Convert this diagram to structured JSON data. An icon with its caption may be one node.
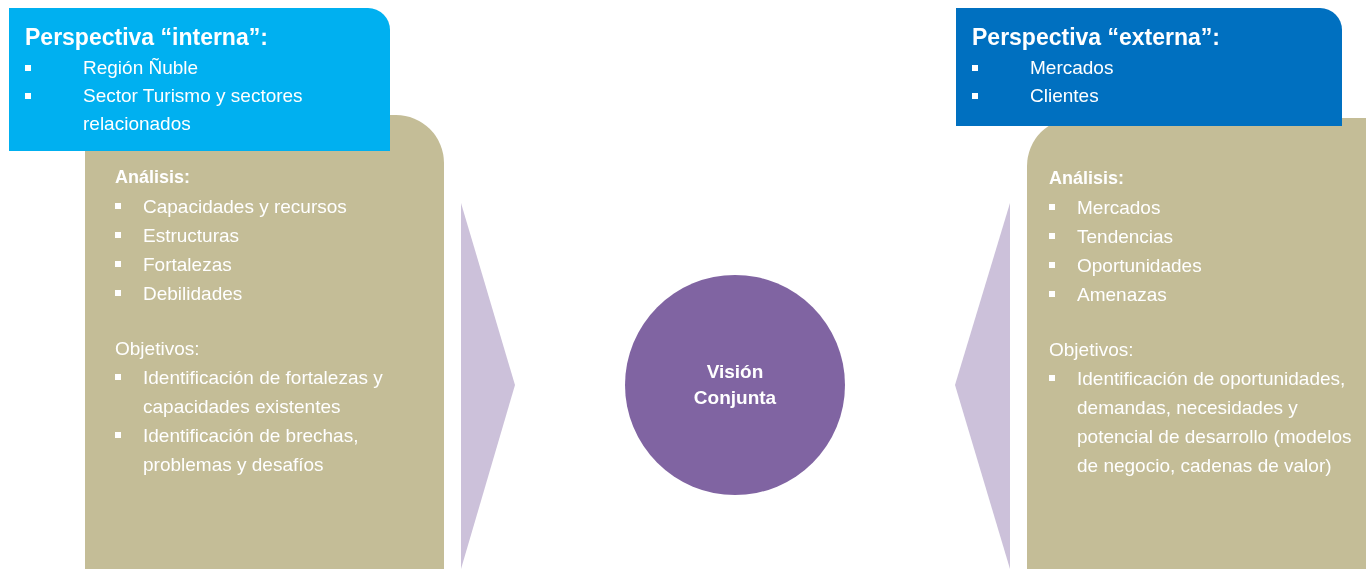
{
  "diagram": {
    "nodes": [
      {
        "text": [
          "Perspectiva “interna”:",
          "Región Ñuble",
          "Sector Turismo y sectores relacionados"
        ]
      },
      {
        "text": [
          "Análisis:",
          "Capacidades y recursos",
          "Estructuras",
          "Fortalezas",
          "Debilidades",
          "Objetivos:",
          "Identificación de fortalezas y capacidades existentes",
          "Identificación de brechas, problemas y desafíos"
        ]
      },
      {
        "text": [
          "Visión Conjunta"
        ]
      },
      {
        "text": [
          "Perspectiva “externa”:",
          "Mercados",
          "Clientes"
        ]
      },
      {
        "text": [
          "Análisis:",
          "Mercados",
          "Tendencias",
          "Oportunidades",
          "Amenazas",
          "Objetivos:",
          "Identificación de oportunidades, demandas, necesidades y potencial de desarrollo (modelos de negocio, cadenas de valor)"
        ]
      }
    ],
    "edges": [
      {
        "from": 1,
        "to": 2,
        "arrow": "to"
      },
      {
        "from": 4,
        "to": 2,
        "arrow": "to"
      }
    ]
  }
}
